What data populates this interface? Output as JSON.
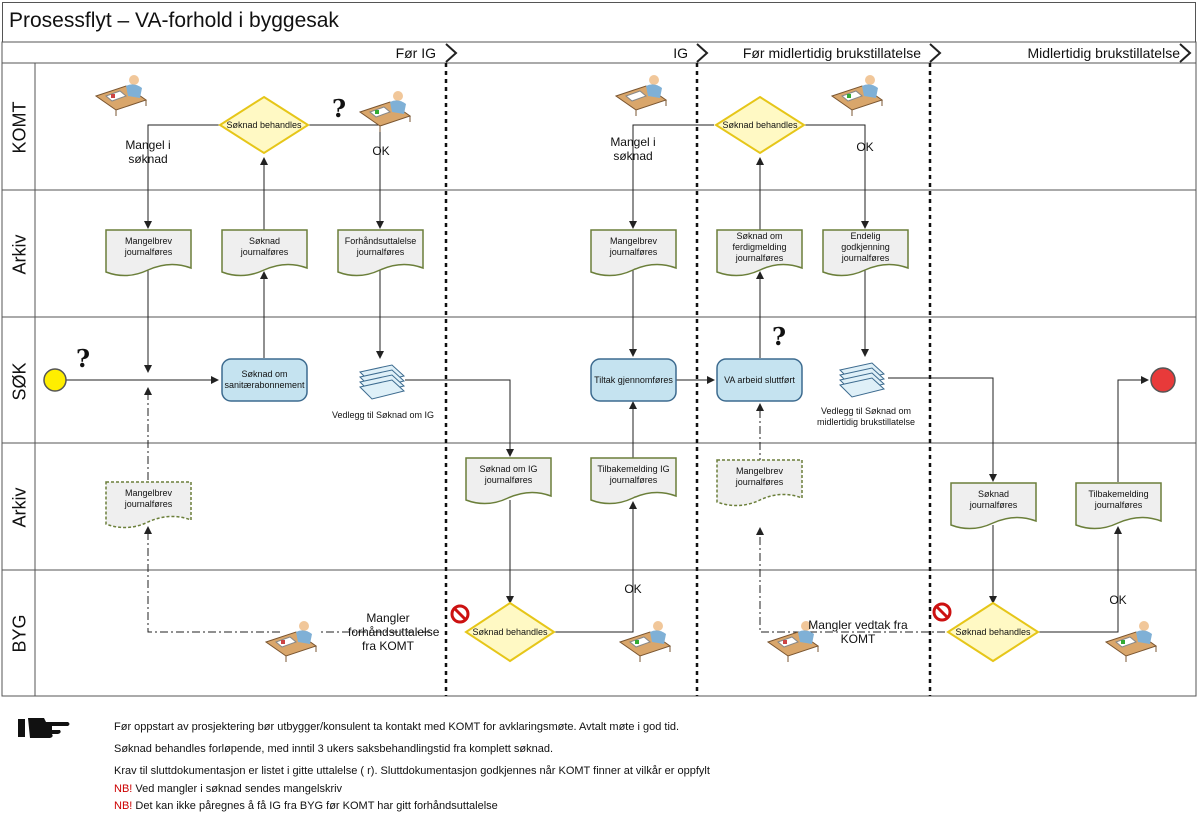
{
  "title": "Prosessflyt – VA-forhold i byggesak",
  "phases": [
    "Før IG",
    "IG",
    "Før midlertidig brukstillatelse",
    "Midlertidig brukstillatelse"
  ],
  "lanes": [
    "KOMT",
    "Arkiv",
    "SØK",
    "Arkiv",
    "BYG"
  ],
  "nodes": {
    "komt_diamond1": "Søknad behandles",
    "komt_diamond2": "Søknad behandles",
    "arkiv_mangelbrev1": "Mangelbrev journalføres",
    "arkiv_soknad": "Søknad journalføres",
    "arkiv_forhand": "Forhåndsuttalelse journalføres",
    "arkiv_mangelbrev2": "Mangelbrev journalføres",
    "arkiv_ferdig": "Søknad om ferdigmelding journalføres",
    "arkiv_endelig": "Endelig godkjenning journalføres",
    "sok_sanitar": "Søknad om sanitærabonnement",
    "sok_vedlegg1": "Vedlegg til Søknad om IG",
    "sok_tiltak": "Tiltak gjennomføres",
    "sok_va": "VA arbeid sluttført",
    "sok_vedlegg2": "Vedlegg til Søknad om midlertidig brukstillatelse",
    "arkiv2_mangelbrev1": "Mangelbrev journalføres",
    "arkiv2_soknad_ig": "Søknad om IG journalføres",
    "arkiv2_tilbake_ig": "Tilbakemelding IG journalføres",
    "arkiv2_mangelbrev2": "Mangelbrev journalføres",
    "arkiv2_soknad": "Søknad journalføres",
    "arkiv2_tilbake": "Tilbakemelding journalføres",
    "byg_diamond1": "Søknad behandles",
    "byg_diamond2": "Søknad behandles"
  },
  "labels": {
    "mangel1": "Mangel i søknad",
    "ok1": "OK",
    "mangel2": "Mangel i søknad",
    "ok2": "OK",
    "byg_mangler": "Mangler forhåndsuttalelse fra KOMT",
    "byg_ok1": "OK",
    "byg_mangler_vedtak": "Mangler vedtak fra KOMT",
    "byg_ok2": "OK"
  },
  "question_marks": [
    "?",
    "?",
    "?"
  ],
  "notes": [
    "Før oppstart av prosjektering bør utbygger/konsulent ta kontakt med KOMT for avklaringsmøte. Avtalt møte i god tid.",
    "Søknad behandles forløpende, med inntil 3 ukers saksbehandlingstid fra komplett søknad.",
    "Krav til sluttdokumentasjon er listet i gitte uttalelse ( r). Sluttdokumentasjon godkjennes når KOMT finner at vilkår er oppfylt"
  ],
  "nb_notes": [
    {
      "prefix": "NB!",
      "text": " Ved mangler i søknad sendes mangelskriv"
    },
    {
      "prefix": "NB!",
      "text": " Det kan ikke påregnes å få IG fra BYG før KOMT har gitt forhåndsuttalelse"
    }
  ],
  "icons": [
    "person-desk-icon",
    "pointing-hand-icon",
    "no-entry-icon",
    "document-stack-icon"
  ],
  "colors": {
    "diamond_fill": "#fff9c4",
    "diamond_stroke": "#e6c619",
    "doc_fill": "#eeeeee",
    "doc_stroke": "#6b7f3a",
    "process_fill": "#c5e3f0",
    "process_stroke": "#3d6b8f",
    "start": "#ffee00",
    "end": "#e83a3a"
  }
}
